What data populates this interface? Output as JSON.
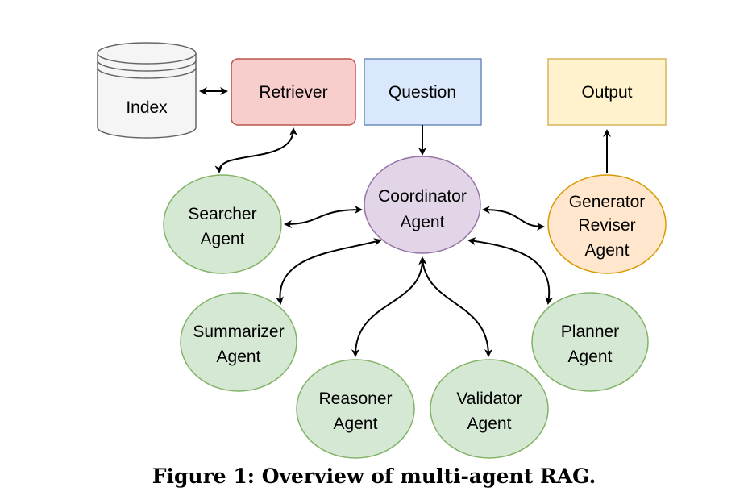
{
  "nodes": {
    "index": "Index",
    "retriever": "Retriever",
    "question": "Question",
    "output": "Output",
    "coordinator": [
      "Coordinator",
      "Agent"
    ],
    "searcher": [
      "Searcher",
      "Agent"
    ],
    "generator": [
      "Generator",
      "Reviser",
      "Agent"
    ],
    "summarizer": [
      "Summarizer",
      "Agent"
    ],
    "reasoner": [
      "Reasoner",
      "Agent"
    ],
    "validator": [
      "Validator",
      "Agent"
    ],
    "planner": [
      "Planner",
      "Agent"
    ]
  },
  "colors": {
    "retriever_fill": "#f8cecc",
    "retriever_stroke": "#b85450",
    "question_fill": "#dae8fc",
    "question_stroke": "#6c8ebf",
    "output_fill": "#fff2cc",
    "output_stroke": "#d6b656",
    "coordinator_fill": "#e1d5e7",
    "coordinator_stroke": "#9673a6",
    "agent_fill": "#d5e8d4",
    "agent_stroke": "#82b366",
    "generator_fill": "#ffe6cc",
    "generator_stroke": "#d79b00",
    "index_fill": "#f5f5f5",
    "index_stroke": "#666666"
  },
  "caption": "Figure 1: Overview of multi-agent RAG."
}
